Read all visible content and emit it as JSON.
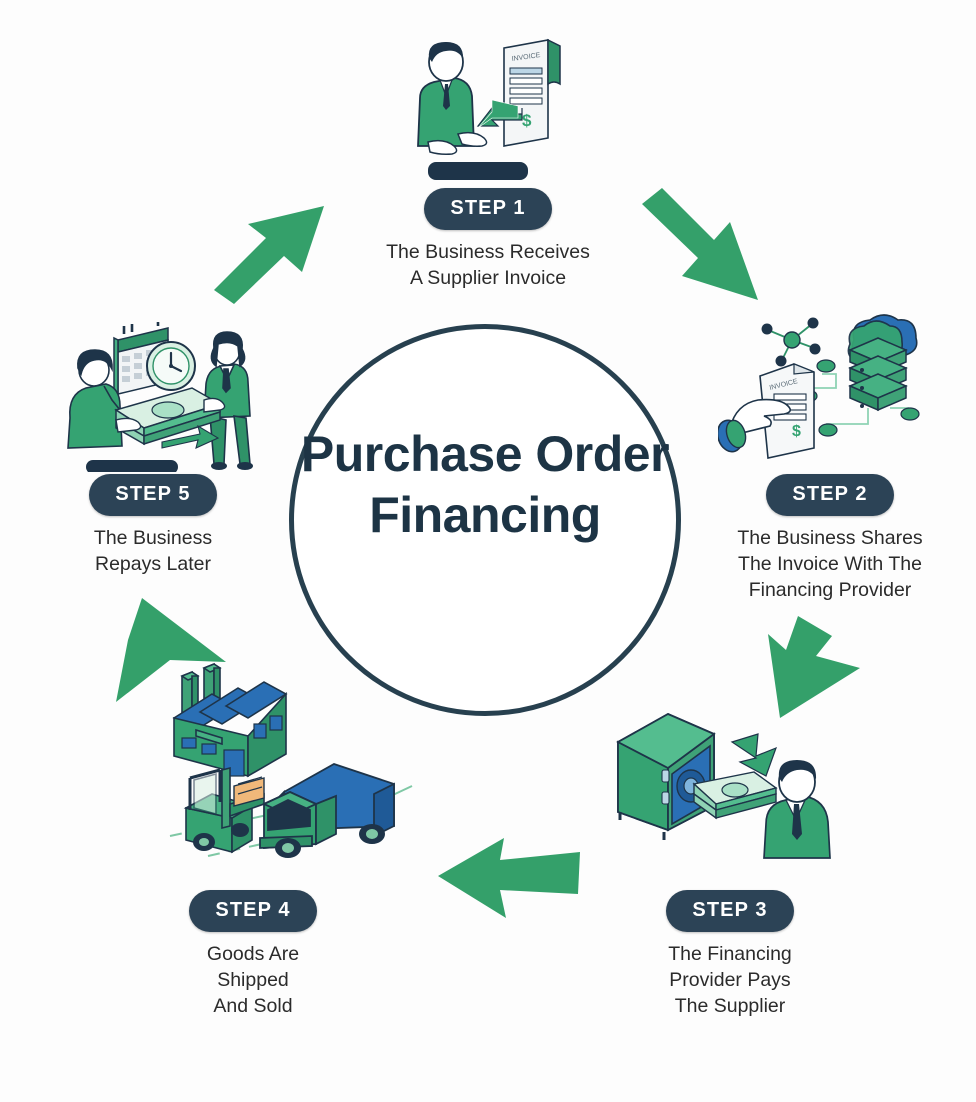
{
  "center": {
    "title": "Purchase\nOrder\nFinancing",
    "circle_stroke_color": "#27404f",
    "title_color": "#1d3445"
  },
  "theme": {
    "badge_bg": "#2c4356",
    "badge_text": "#ffffff",
    "arrow_green": "#34a06a",
    "illustration_green": "#35a372",
    "illustration_blue": "#2a6fb5",
    "illustration_navy": "#1e3449",
    "caption_color": "#2b2b2b",
    "background": "#fdfdfd"
  },
  "steps": [
    {
      "badge": "STEP 1",
      "caption": "The Business Receives\nA Supplier Invoice",
      "illustration": "businessman-receiving-invoice-icon"
    },
    {
      "badge": "STEP 2",
      "caption": "The Business Shares\nThe Invoice With The\nFinancing Provider",
      "illustration": "invoice-shared-to-cloud-server-icon"
    },
    {
      "badge": "STEP 3",
      "caption": "The Financing\nProvider Pays\nThe Supplier",
      "illustration": "safe-cash-payout-to-supplier-icon"
    },
    {
      "badge": "STEP 4",
      "caption": "Goods Are\nShipped\nAnd Sold",
      "illustration": "factory-forklift-truck-shipping-icon"
    },
    {
      "badge": "STEP 5",
      "caption": "The Business\nRepays Later",
      "illustration": "cash-handover-calendar-clock-icon"
    }
  ],
  "arrows": [
    {
      "name": "arrow-step5-to-step1",
      "direction": "up-right"
    },
    {
      "name": "arrow-step1-to-step2",
      "direction": "down-right"
    },
    {
      "name": "arrow-step2-to-step3",
      "direction": "down-left"
    },
    {
      "name": "arrow-step3-to-step4",
      "direction": "left"
    },
    {
      "name": "arrow-step4-to-step5",
      "direction": "up-left"
    }
  ]
}
